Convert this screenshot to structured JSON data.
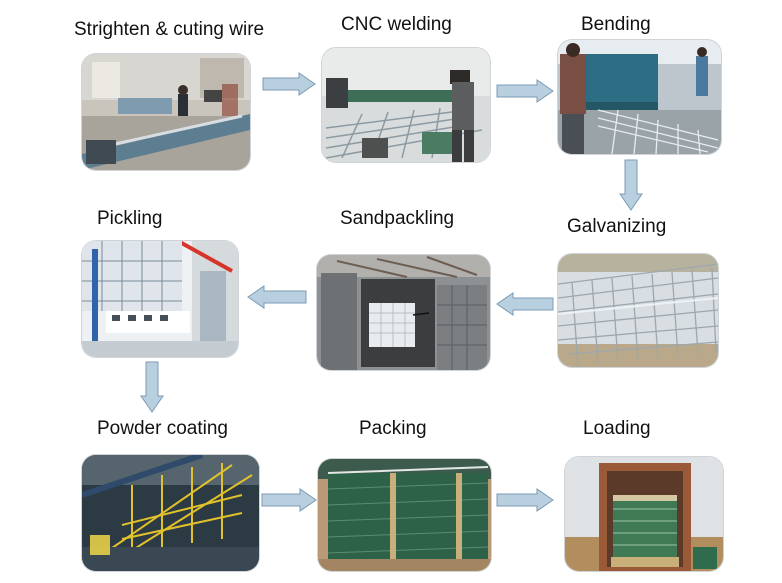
{
  "steps": [
    {
      "label": "Strighten & cuting wire",
      "scene": "factory-wire-straightening-machine"
    },
    {
      "label": "CNC welding",
      "scene": "cnc-mesh-welding-machine"
    },
    {
      "label": "Bending",
      "scene": "mesh-bending-press"
    },
    {
      "label": "Galvanizing",
      "scene": "galvanized-fence-panels"
    },
    {
      "label": "Sandpackling",
      "scene": "sandblasting-chamber"
    },
    {
      "label": "Pickling",
      "scene": "pickling-line-panels"
    },
    {
      "label": "Powder coating",
      "scene": "yellow-powder-coated-panels"
    },
    {
      "label": "Packing",
      "scene": "green-panel-stack-packing"
    },
    {
      "label": "Loading",
      "scene": "container-loading"
    }
  ],
  "colors": {
    "arrow_fill": "#b8cfe0",
    "arrow_stroke": "#7d9bb3"
  }
}
